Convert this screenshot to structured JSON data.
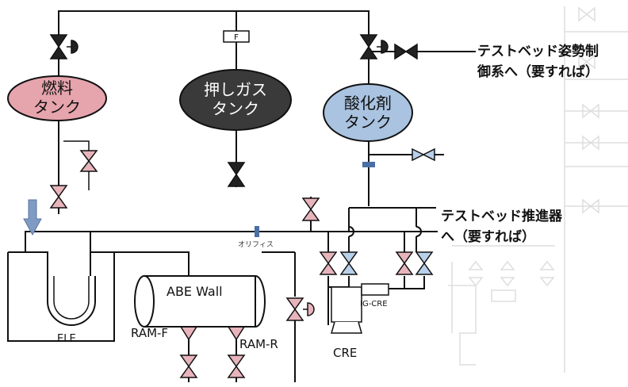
{
  "tanks": {
    "fuel": {
      "line1": "燃料",
      "line2": "タンク",
      "fill": "#e6a4ad"
    },
    "press": {
      "line1": "押しガス",
      "line2": "タンク",
      "fill": "#3a3a3a"
    },
    "oxid": {
      "line1": "酸化剤",
      "line2": "タンク",
      "fill": "#a9c3e0"
    }
  },
  "labels": {
    "attitude": "テストベッド姿勢制\n御系へ（要すれば）",
    "thruster": "テストベッド推進器\nへ（要すれば）",
    "orifice": "オリフィス",
    "flowmeter": "F",
    "abe_wall": "ABE Wall",
    "ram_f": "RAM-F",
    "ram_r": "RAM-R",
    "cre": "CRE",
    "ig_cre": "IG-CRE",
    "ele": "ELE"
  },
  "colors": {
    "fuel_valve": "#e8b4bb",
    "oxid_valve": "#b8d0ea",
    "arrow": "#7f9bc4",
    "pipe": "#111111",
    "faded": "#dcdcdc"
  }
}
